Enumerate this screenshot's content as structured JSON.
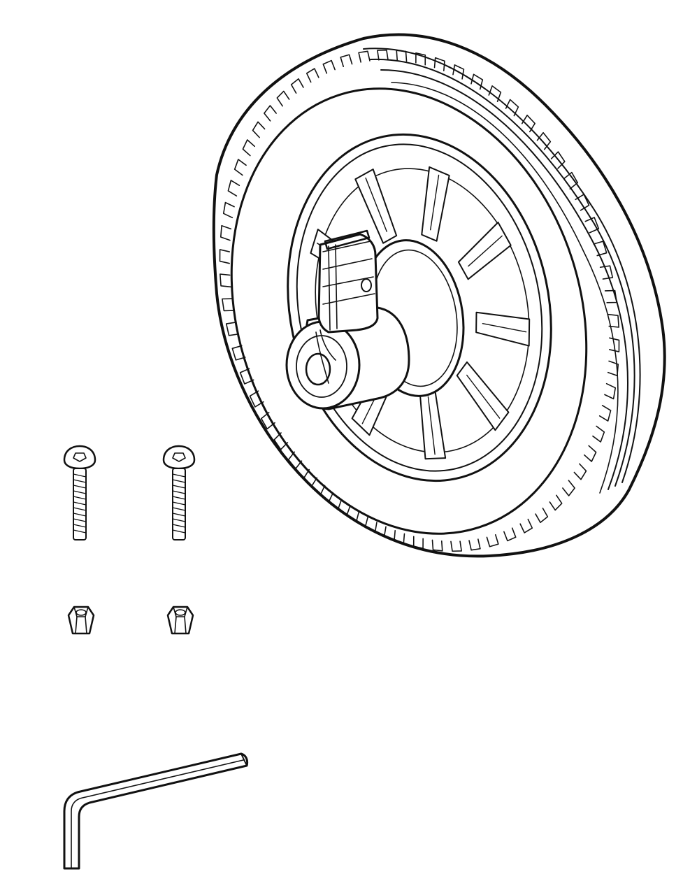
{
  "diagram": {
    "kind": "parts-kit-line-art",
    "parts": [
      {
        "id": "wheel",
        "icon": "wheel-with-tread-icon",
        "quantity": 1
      },
      {
        "id": "bolt",
        "icon": "button-head-bolt-icon",
        "quantity": 2
      },
      {
        "id": "nut",
        "icon": "hex-lock-nut-icon",
        "quantity": 2
      },
      {
        "id": "hex-key",
        "icon": "hex-key-icon",
        "quantity": 1
      }
    ],
    "colors": {
      "ink": "#111111",
      "paper": "#ffffff"
    }
  }
}
